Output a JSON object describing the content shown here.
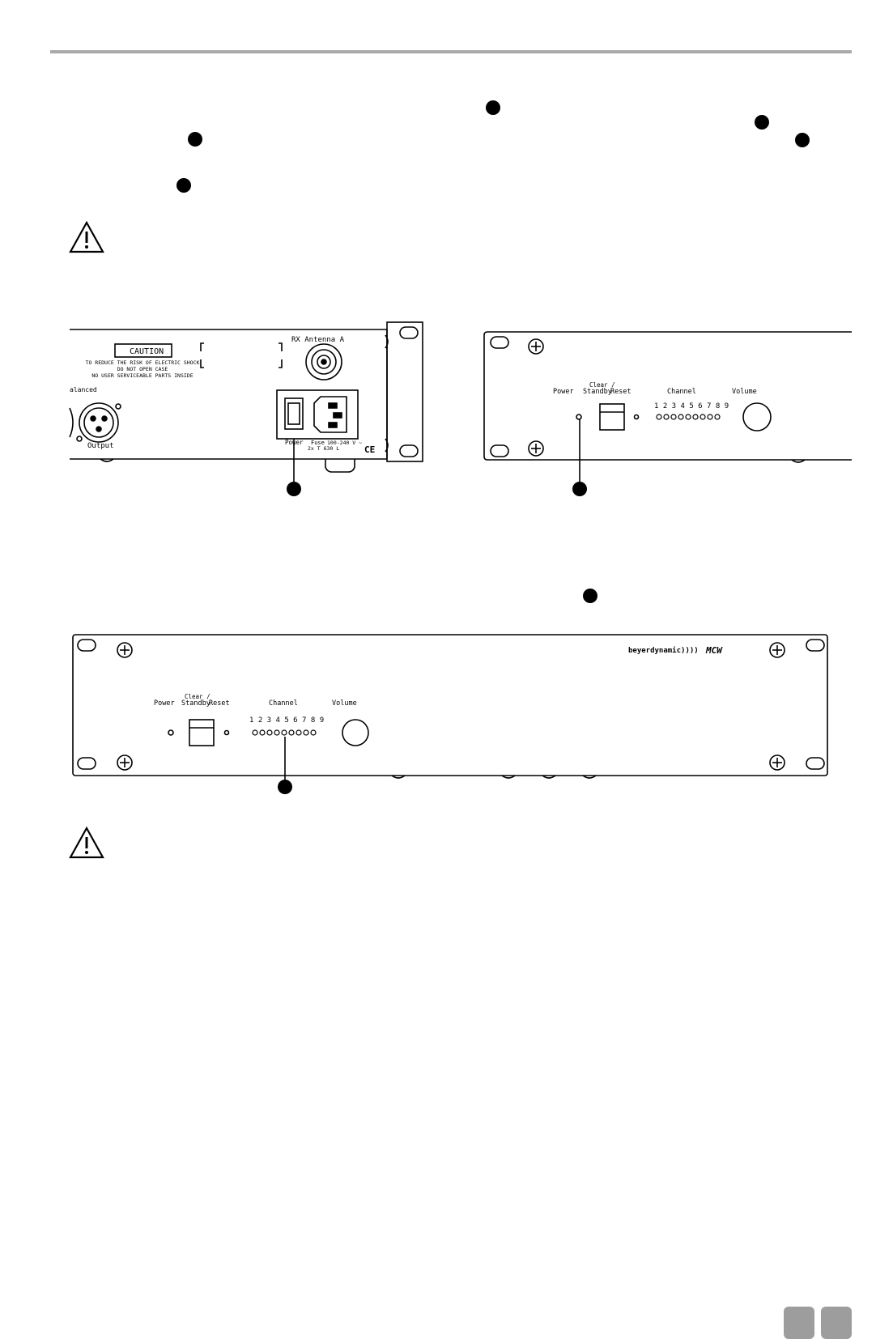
{
  "warnings": [
    "warning-triangle",
    "warning-triangle"
  ],
  "rear_panel": {
    "caution_title": "CAUTION",
    "caution_line1": "TO REDUCE THE RISK OF ELECTRIC SHOCK",
    "caution_line2": "DO NOT OPEN CASE",
    "caution_line3": "NO USER SERVICEABLE PARTS INSIDE",
    "antenna_label": "RX Antenna A",
    "balanced_label": "alanced",
    "output_label": "Output",
    "power_label": "Power",
    "fuse_label": "Fuse",
    "fuse_value": "2x T 630 L",
    "voltage_label": "100-240 V ~",
    "ce_mark": "CE"
  },
  "front_panel_detail": {
    "power_label": "Power",
    "clear_label": "Clear /",
    "standby_label": "Standby",
    "reset_label": "Reset",
    "channel_label": "Channel",
    "channel_numbers": "1 2 3 4 5 6 7 8 9",
    "volume_label": "Volume"
  },
  "front_panel_full": {
    "power_label": "Power",
    "clear_label": "Clear /",
    "standby_label": "Standby",
    "reset_label": "Reset",
    "channel_label": "Channel",
    "channel_numbers": "1 2 3 4 5 6 7 8 9",
    "volume_label": "Volume",
    "brand_logo": "beyerdynamic))))",
    "model_logo": "MCW"
  },
  "colors": {
    "rule": "#a9a9a9",
    "tab": "#9d9d9d",
    "ink": "#000000"
  }
}
